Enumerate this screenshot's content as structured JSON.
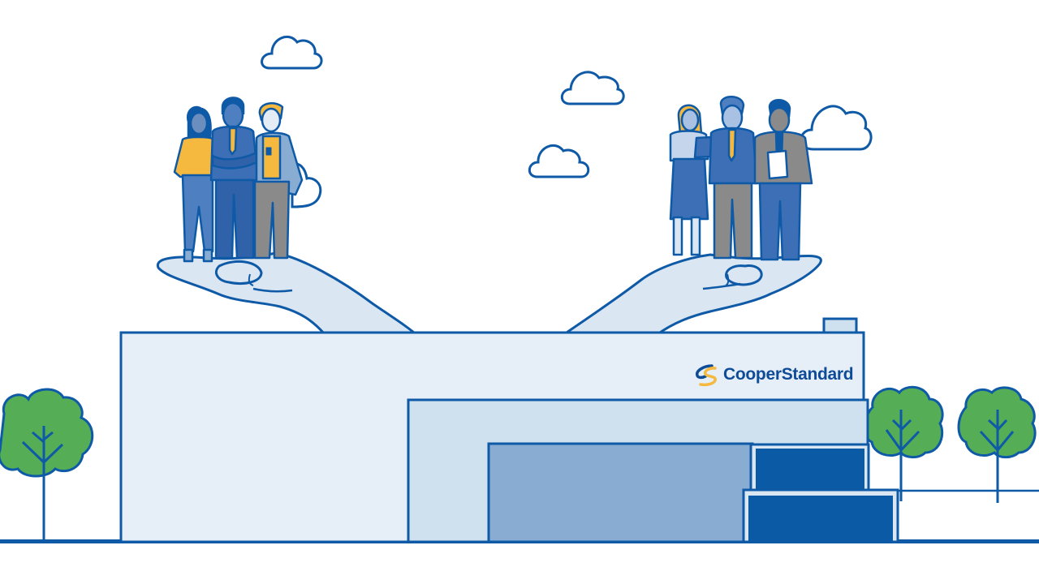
{
  "scene": {
    "description": "Illustration of a corporate building with two giant hands rising from the roof, each holding a group of three business people",
    "colors": {
      "outline": "#0e5aa7",
      "building_light": "#e6eef8",
      "building_mid": "#cfe0ef",
      "window_panel": "#88acd2",
      "door_dark": "#0b5aa5",
      "hand_fill": "#dbe6f3",
      "tree_green": "#55ad55",
      "accent_yellow": "#f5b940",
      "suit_blue": "#3c6fb5",
      "suit_grey": "#8a8a8a",
      "skin": "#a9c1e2"
    }
  },
  "logo": {
    "brand_text": "CooperStandard"
  },
  "groups": {
    "left": {
      "count": 3,
      "label": "team-left"
    },
    "right": {
      "count": 3,
      "label": "team-right"
    }
  },
  "clouds": {
    "count": 5
  },
  "trees": {
    "count": 3
  }
}
